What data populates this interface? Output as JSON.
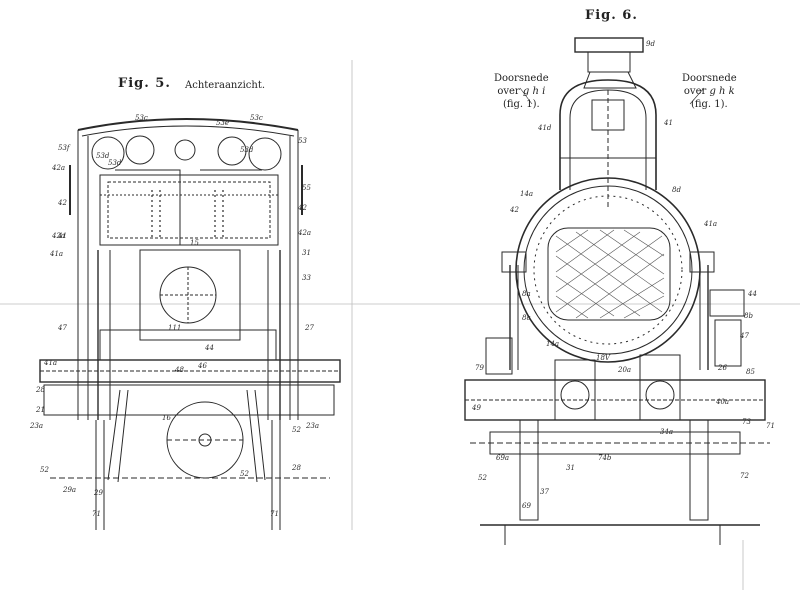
{
  "fig5": {
    "title": "Fig. 5.",
    "subtitle": "Achteraanzicht.",
    "labels": [
      "53c",
      "53f",
      "53d",
      "53d",
      "53e",
      "53",
      "42a",
      "42a",
      "42",
      "41",
      "55",
      "31",
      "33",
      "41a",
      "15",
      "111",
      "48",
      "44",
      "52",
      "29a",
      "29",
      "71",
      "28",
      "21",
      "23a",
      "52",
      "23a",
      "28",
      "71",
      "52",
      "42a",
      "41a",
      "53c",
      "53d",
      "42",
      "47",
      "46",
      "16",
      "27"
    ]
  },
  "fig6": {
    "title": "Fig. 6.",
    "left_section": {
      "line1": "Doorsnede",
      "line2": "over",
      "line2_italic": "g h i",
      "line3": "(fig. 1)."
    },
    "right_section": {
      "line1": "Doorsnede",
      "line2": "over",
      "line2_italic": "g h k",
      "line3": "(fig. 1)."
    },
    "labels": [
      "9d",
      "41d",
      "41",
      "8d",
      "14a",
      "8a",
      "8c",
      "14a",
      "18V",
      "20a",
      "26",
      "79",
      "49",
      "52",
      "69a",
      "37",
      "74b",
      "31",
      "85",
      "71",
      "72",
      "40a",
      "41a",
      "42",
      "8b",
      "44",
      "47",
      "69",
      "34a",
      "73"
    ]
  },
  "colors": {
    "ink": "#2a2a2a",
    "paper": "#ffffff",
    "shade": "#555555"
  }
}
